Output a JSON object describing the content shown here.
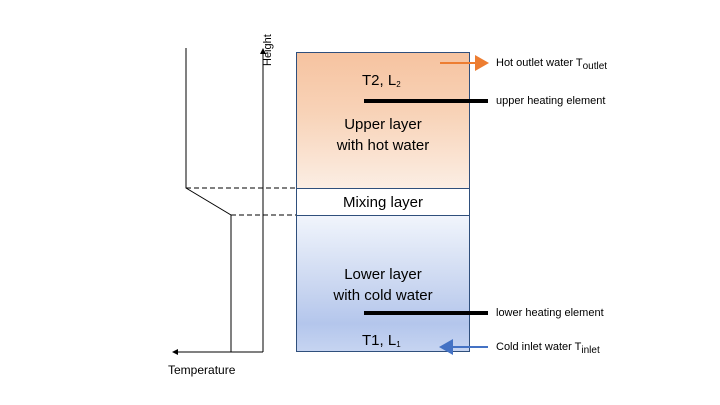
{
  "axes": {
    "y_label": "Height",
    "x_label": "Temperature"
  },
  "layers": {
    "upper": {
      "line1": "Upper layer",
      "line2": "with hot water"
    },
    "mixing": {
      "label": "Mixing layer"
    },
    "lower": {
      "line1": "Lower layer",
      "line2": "with cold water"
    }
  },
  "states": {
    "top": {
      "t": "T2, L",
      "sub": "2"
    },
    "bottom": {
      "t": "T1, L",
      "sub": "1"
    }
  },
  "labels": {
    "hot_outlet": {
      "text": "Hot outlet water T",
      "sub": "outlet"
    },
    "cold_inlet": {
      "text": "Cold inlet water T",
      "sub": "inlet"
    },
    "upper_heater": "upper heating element",
    "lower_heater": "lower heating element"
  },
  "colors": {
    "hot_arrow": "#ed7d31",
    "cold_arrow": "#4472c4",
    "layer_border": "#2f4f7c"
  }
}
